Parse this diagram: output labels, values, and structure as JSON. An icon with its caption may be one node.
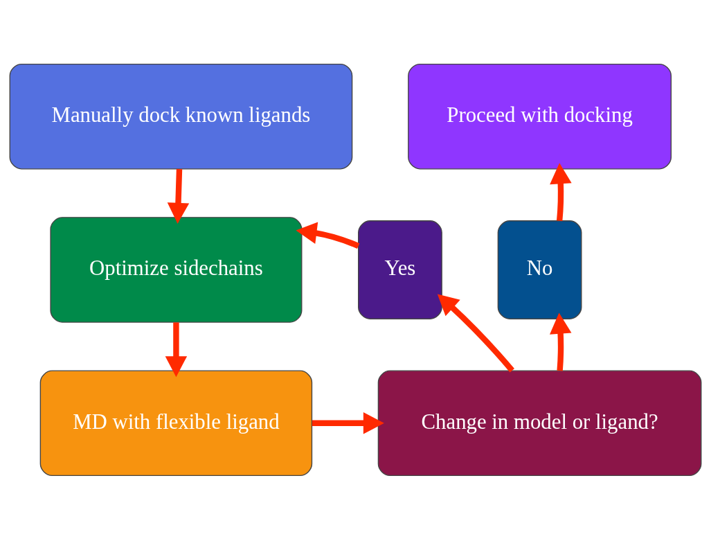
{
  "diagram": {
    "nodes": [
      {
        "text": [
          "Manually dock known ligands"
        ]
      },
      {
        "text": [
          "Optimize sidechains"
        ]
      },
      {
        "text": [
          "MD with flexible ligand"
        ]
      },
      {
        "text": [
          "Change in model or ligand?"
        ]
      },
      {
        "text": [
          "Yes"
        ]
      },
      {
        "text": [
          "No"
        ]
      },
      {
        "text": [
          "Proceed with docking"
        ]
      }
    ],
    "edges": [
      {
        "from": 0,
        "to": 1,
        "arrow": "to"
      },
      {
        "from": 1,
        "to": 2,
        "arrow": "to"
      },
      {
        "from": 2,
        "to": 3,
        "arrow": "to"
      },
      {
        "from": 3,
        "to": 4,
        "arrow": "to"
      },
      {
        "from": 3,
        "to": 5,
        "arrow": "to"
      },
      {
        "from": 4,
        "to": 1,
        "arrow": "to"
      },
      {
        "from": 5,
        "to": 6,
        "arrow": "to"
      }
    ]
  }
}
